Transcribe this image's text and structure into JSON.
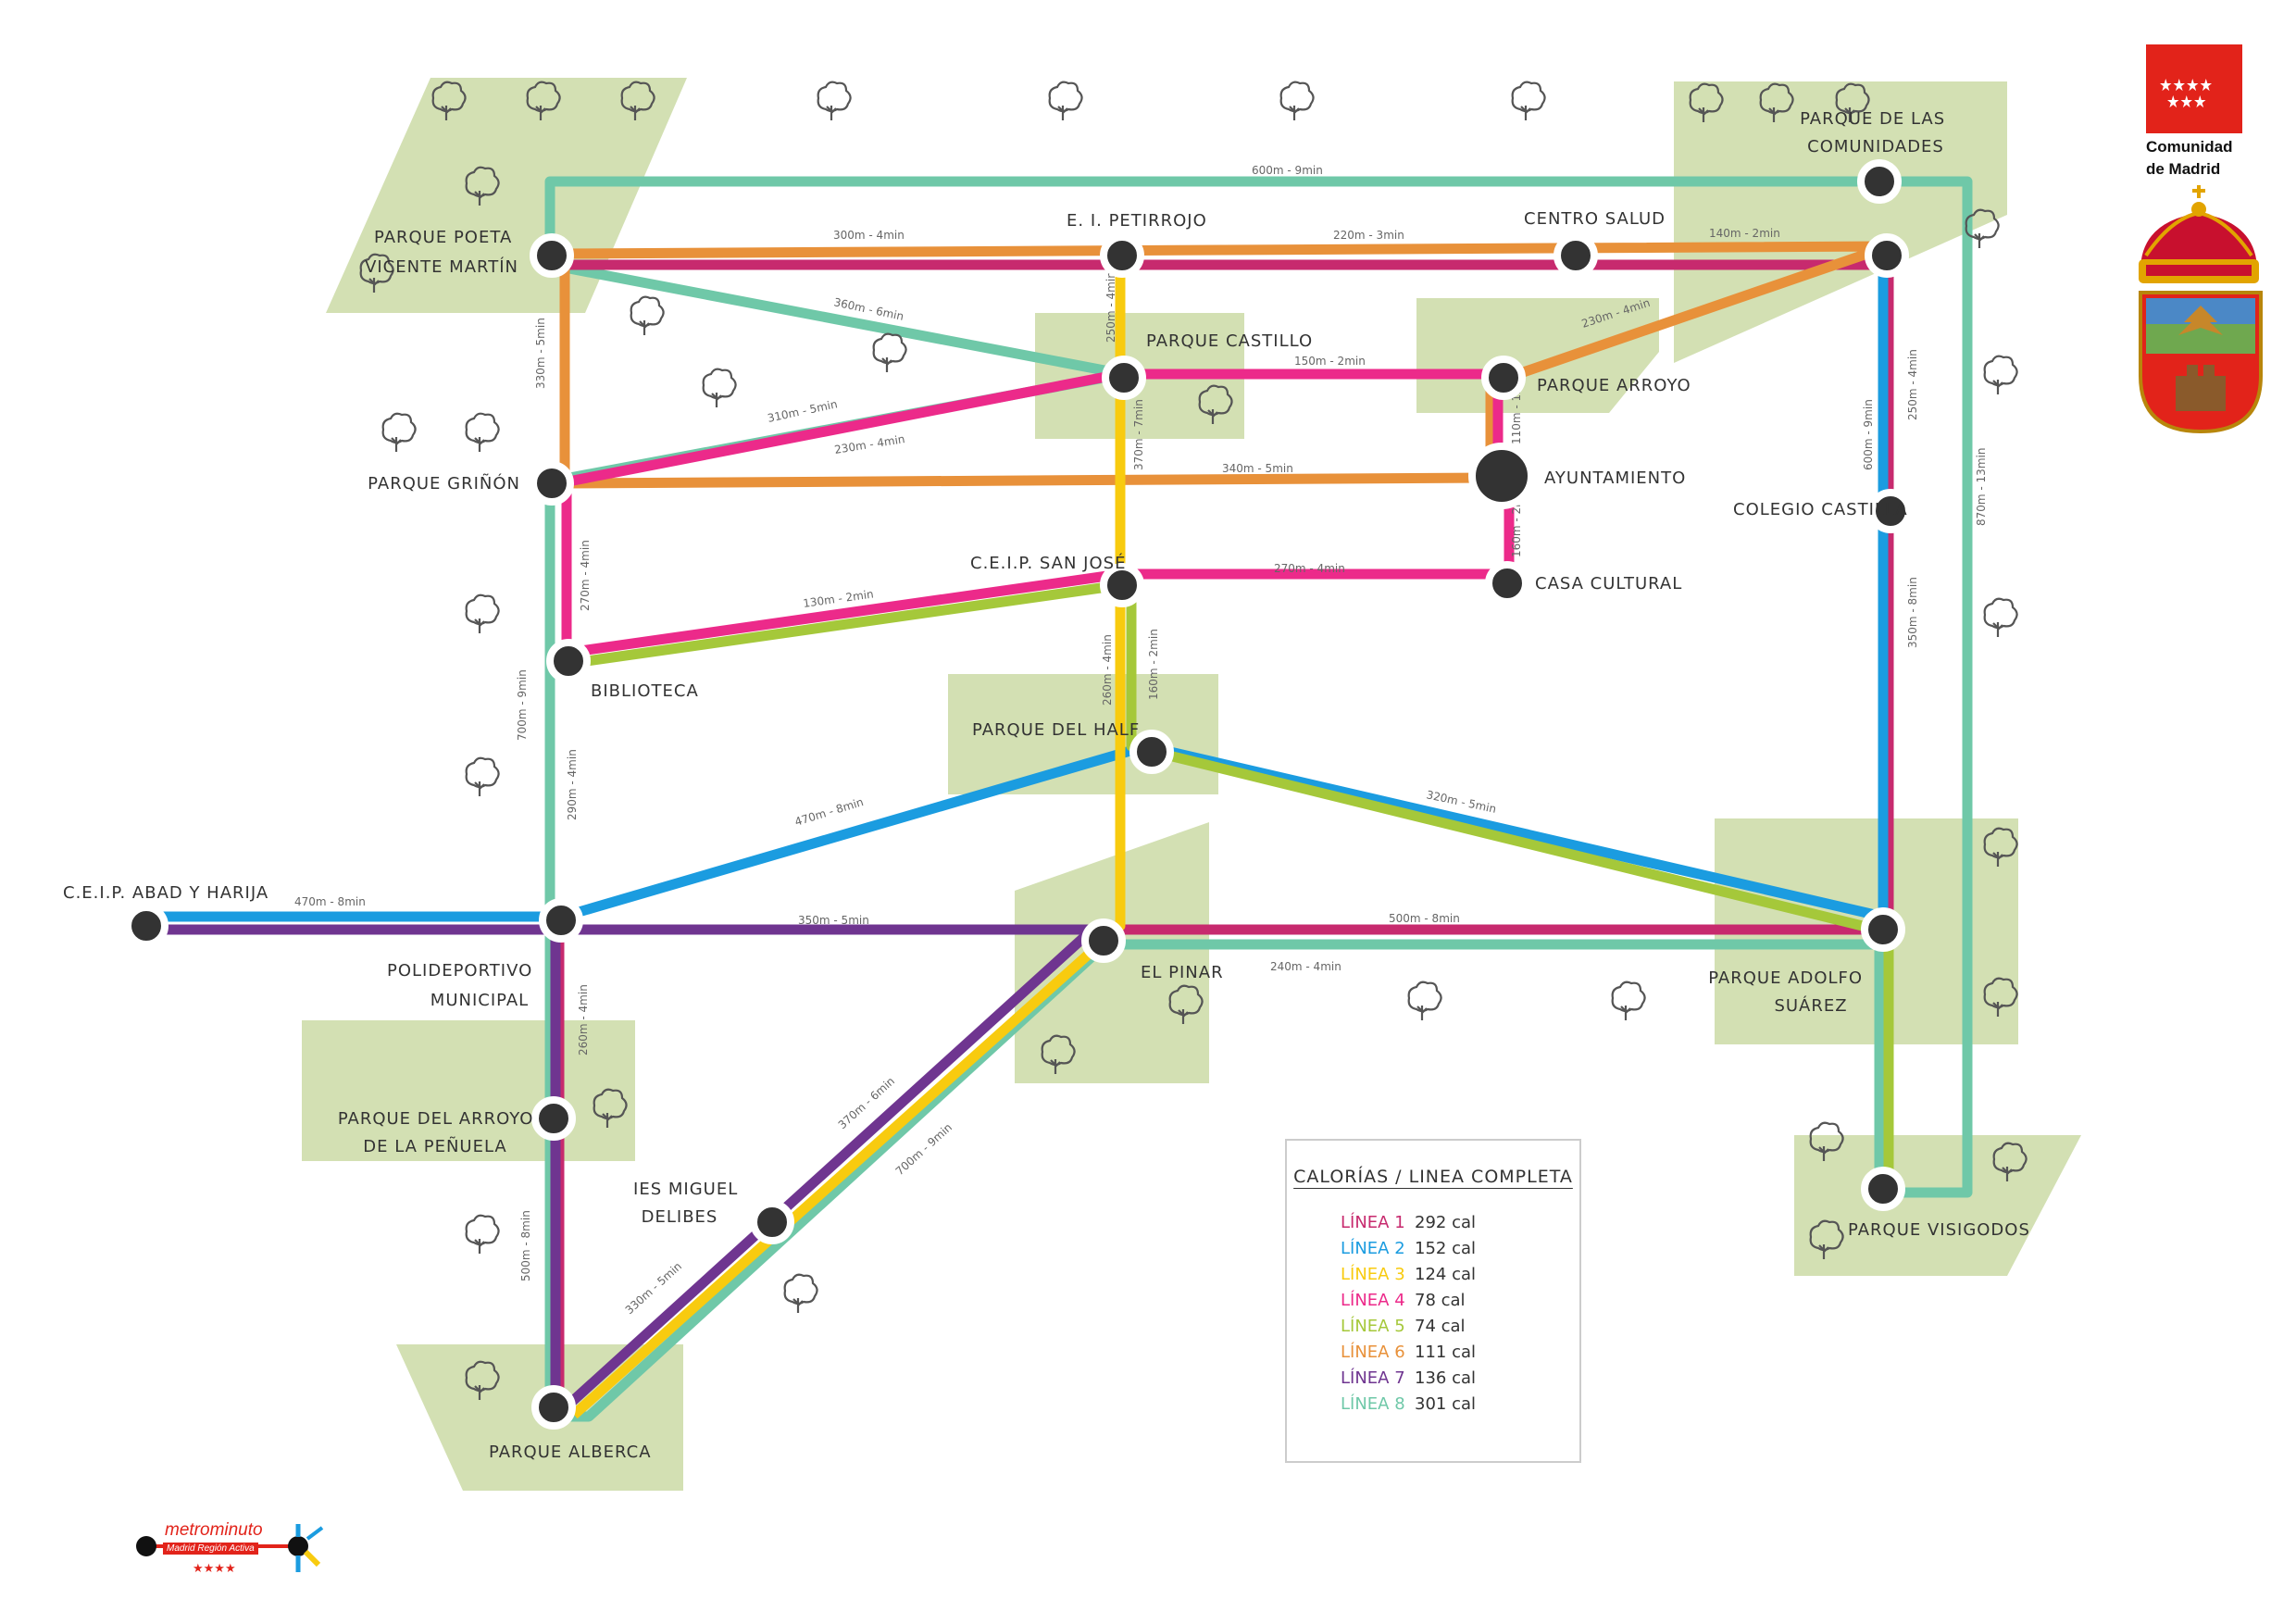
{
  "colors": {
    "linea1": "#c72a6e",
    "linea2": "#1b9ce0",
    "linea3": "#f8cb0f",
    "linea4": "#ec2a8a",
    "linea5": "#a5c83a",
    "linea6": "#e8913a",
    "linea7": "#6f3590",
    "linea8": "#6fc8a8",
    "park": "#d3e0b3",
    "brand_red": "#e2231a"
  },
  "stations": {
    "parque_poeta": [
      "PARQUE POETA",
      "VICENTE MARTÍN"
    ],
    "petirrojo": [
      "E. I. PETIRROJO"
    ],
    "centro_salud": [
      "CENTRO SALUD"
    ],
    "parque_comunidades": [
      "PARQUE DE LAS",
      "COMUNIDADES"
    ],
    "parque_castillo": [
      "PARQUE CASTILLO"
    ],
    "parque_arroyo": [
      "PARQUE ARROYO"
    ],
    "ayuntamiento": [
      "AYUNTAMIENTO"
    ],
    "parque_grinon": [
      "PARQUE GRIÑÓN"
    ],
    "colegio_castilla": [
      "COLEGIO CASTILLA"
    ],
    "ceip_san_jose": [
      "C.E.I.P. SAN JOSÉ"
    ],
    "casa_cultural": [
      "CASA CULTURAL"
    ],
    "biblioteca": [
      "BIBLIOTECA"
    ],
    "parque_half": [
      "PARQUE DEL HALF"
    ],
    "ceip_abad": [
      "C.E.I.P. ABAD Y HARIJA"
    ],
    "polideportivo": [
      "POLIDEPORTIVO",
      "MUNICIPAL"
    ],
    "el_pinar": [
      "EL PINAR"
    ],
    "parque_adolfo": [
      "PARQUE ADOLFO",
      "SUÁREZ"
    ],
    "parque_penuela": [
      "PARQUE DEL ARROYO",
      "DE LA PEÑUELA"
    ],
    "ies_miguel": [
      "IES MIGUEL",
      "DELIBES"
    ],
    "parque_visigodos": [
      "PARQUE VISIGODOS"
    ],
    "parque_alberca": [
      "PARQUE ALBERCA"
    ]
  },
  "segments": {
    "s600_top": "600m - 9min",
    "s300": "300m - 4min",
    "s220": "220m - 3min",
    "s140": "140m - 2min",
    "s360": "360m - 6min",
    "s250v": "250m - 4min",
    "s150": "150m - 2min",
    "s230a": "230m - 4min",
    "s310": "310m - 5min",
    "s230b": "230m - 4min",
    "s340": "340m - 5min",
    "s330l": "330m - 5min",
    "s370v": "370m - 7min",
    "s110": "110m - 1min",
    "s160a": "160m - 2min",
    "s270h": "270m - 4min",
    "s270v": "270m - 4min",
    "s130": "130m - 2min",
    "s260a": "260m - 4min",
    "s160b": "160m - 2min",
    "s700v": "700m - 9min",
    "s290": "290m - 4min",
    "s470a": "470m - 8min",
    "s320": "320m - 5min",
    "s470b": "470m - 8min",
    "s350h": "350m - 5min",
    "s500h": "500m - 8min",
    "s240": "240m - 4min",
    "s260b": "260m - 4min",
    "s370d": "370m - 6min",
    "s700d": "700m - 9min",
    "s330d": "330m - 5min",
    "s500v": "500m - 8min",
    "s600v": "600m - 9min",
    "s250r": "250m - 4min",
    "s350r": "350m - 8min",
    "s870": "870m - 13min"
  },
  "legend": {
    "title": "CALORÍAS / LINEA COMPLETA",
    "rows": [
      {
        "name": "LÍNEA 1",
        "cal": "292 cal",
        "color": "#c72a6e"
      },
      {
        "name": "LÍNEA 2",
        "cal": "152 cal",
        "color": "#1b9ce0"
      },
      {
        "name": "LÍNEA 3",
        "cal": "124 cal",
        "color": "#f8cb0f"
      },
      {
        "name": "LÍNEA 4",
        "cal": "78 cal",
        "color": "#ec2a8a"
      },
      {
        "name": "LÍNEA 5",
        "cal": "74 cal",
        "color": "#a5c83a"
      },
      {
        "name": "LÍNEA 6",
        "cal": "111 cal",
        "color": "#e8913a"
      },
      {
        "name": "LÍNEA 7",
        "cal": "136 cal",
        "color": "#6f3590"
      },
      {
        "name": "LÍNEA 8",
        "cal": "301 cal",
        "color": "#6fc8a8"
      }
    ]
  },
  "logos": {
    "madrid_line1": "Comunidad",
    "madrid_line2": "de Madrid",
    "metrominuto": "metrominuto",
    "metrominuto_sub": "Madrid Región Activa"
  }
}
